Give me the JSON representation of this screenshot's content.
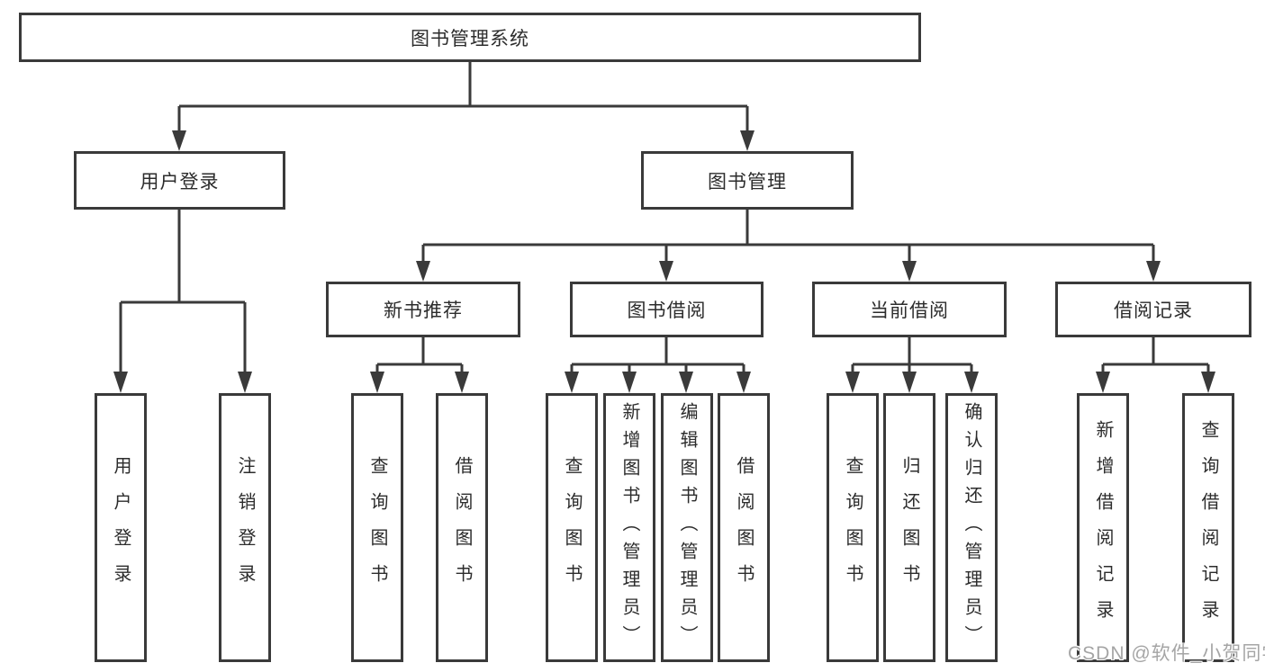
{
  "watermark": "CSDN @软件_小贺同学",
  "colors": {
    "line": "#3a3a3a",
    "box_border": "#3a3a3a",
    "text": "#2c2c2c",
    "background": "#ffffff",
    "watermark_text": "#a5a5a5"
  },
  "tree": {
    "root": {
      "label": "图书管理系统"
    },
    "level2": [
      {
        "label": "用户登录",
        "children": [
          {
            "label": "用户登录"
          },
          {
            "label": "注销登录"
          }
        ]
      },
      {
        "label": "图书管理",
        "children": [
          {
            "label": "新书推荐",
            "children": [
              {
                "label": "查询图书"
              },
              {
                "label": "借阅图书"
              }
            ]
          },
          {
            "label": "图书借阅",
            "children": [
              {
                "label": "查询图书"
              },
              {
                "label": "新增图书（管理员）"
              },
              {
                "label": "编辑图书（管理员）"
              },
              {
                "label": "借阅图书"
              }
            ]
          },
          {
            "label": "当前借阅",
            "children": [
              {
                "label": "查询图书"
              },
              {
                "label": "归还图书"
              },
              {
                "label": "确认归还（管理员）"
              }
            ]
          },
          {
            "label": "借阅记录",
            "children": [
              {
                "label": "新增借阅记录"
              },
              {
                "label": "查询借阅记录"
              }
            ]
          }
        ]
      }
    ]
  }
}
